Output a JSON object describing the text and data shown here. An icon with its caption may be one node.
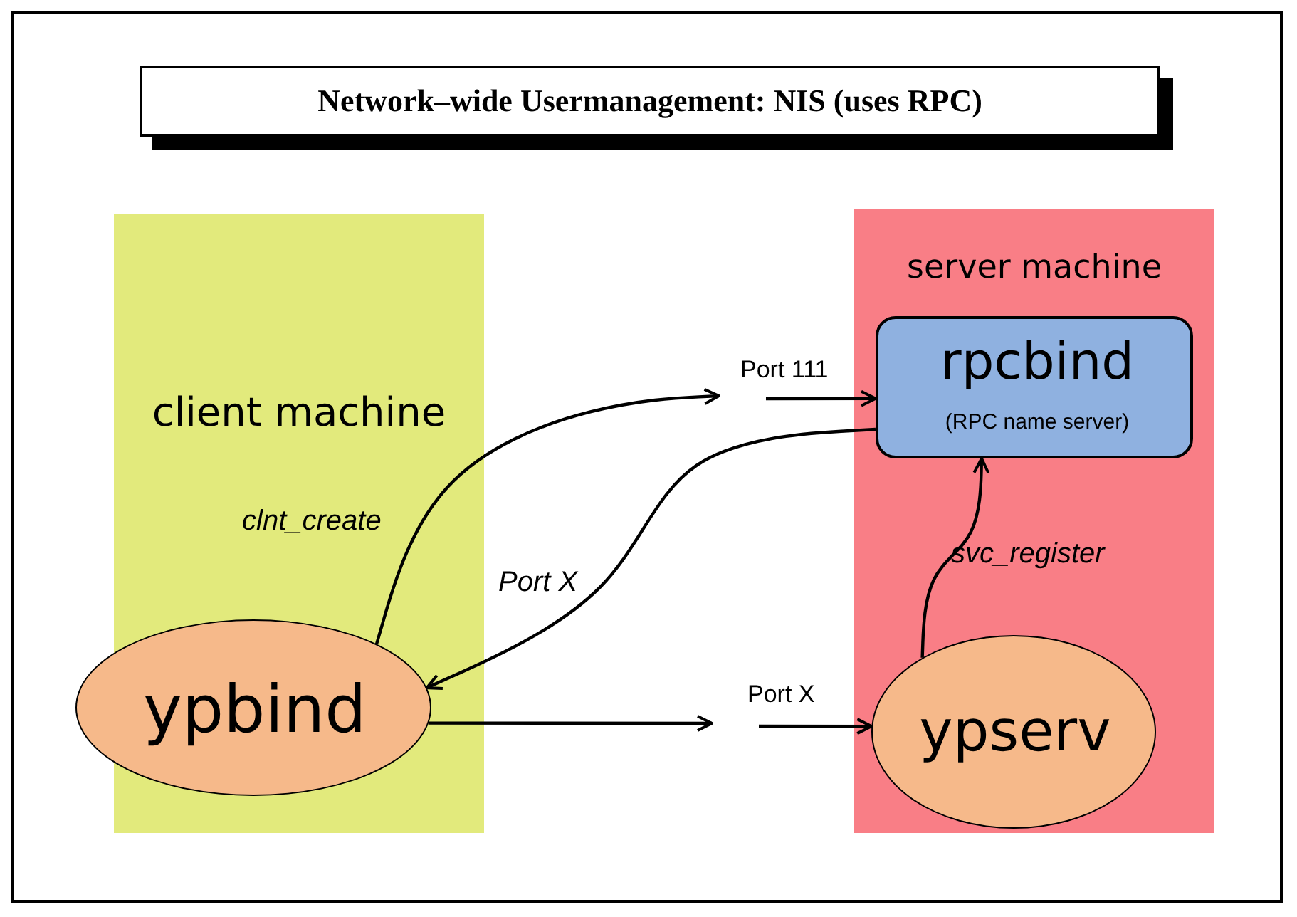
{
  "diagram": {
    "title": "Network–wide Usermanagement: NIS (uses RPC)",
    "nodes": [
      {
        "text": [
          "client machine"
        ]
      },
      {
        "text": [
          "ypbind"
        ],
        "in": 0
      },
      {
        "text": [
          "server machine"
        ]
      },
      {
        "text": [
          "rpcbind",
          "(RPC name server)"
        ],
        "in": 2
      },
      {
        "text": [
          "ypserv"
        ],
        "in": 2
      }
    ],
    "edges": [
      {
        "from": 1,
        "to": null,
        "arrow": "to",
        "label": "clnt_create"
      },
      {
        "from": null,
        "to": 3,
        "arrow": "to",
        "label": "Port 111"
      },
      {
        "from": 3,
        "to": 1,
        "arrow": "to",
        "label": "Port X"
      },
      {
        "from": 1,
        "to": null,
        "arrow": "to"
      },
      {
        "from": null,
        "to": 4,
        "arrow": "to",
        "label": "Port X"
      },
      {
        "from": 4,
        "to": 3,
        "arrow": "to",
        "label": "svc_register"
      }
    ]
  }
}
